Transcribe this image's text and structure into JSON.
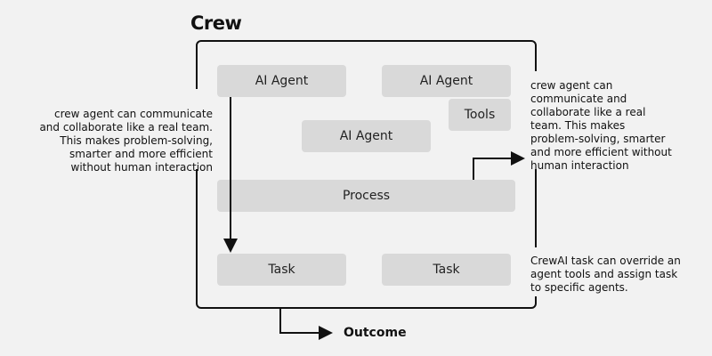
{
  "title": "Crew",
  "boxes": {
    "agent1": "AI Agent",
    "agent2": "AI Agent",
    "agent3": "AI Agent",
    "tools": "Tools",
    "process": "Process",
    "task1": "Task",
    "task2": "Task"
  },
  "notes": {
    "left": "crew agent can communicate and collaborate like a real team. This makes problem-solving, smarter and more efficient without human interaction",
    "right_top": "crew agent can communicate and collaborate like a real team. This makes problem-solving, smarter and more efficient without human interaction",
    "right_bottom": "CrewAI task can override an agent tools and assign task to specific agents."
  },
  "outcome": "Outcome",
  "colors": {
    "background": "#f2f2f2",
    "box": "#d9d9d9",
    "line": "#111111"
  }
}
